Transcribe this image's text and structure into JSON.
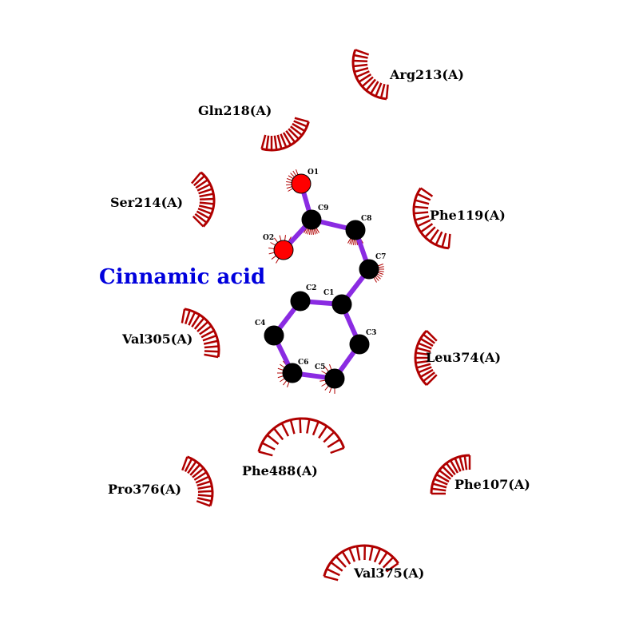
{
  "colors": {
    "background": "#ffffff",
    "arc": "#b00000",
    "bond": "#8a2be2",
    "carbon": "#000000",
    "oxygen": "#ff0000",
    "title": "#0000dd",
    "atom_hash": "#b00000"
  },
  "title": "Cinnamic acid",
  "residues": [
    {
      "label": "Arg213(A)"
    },
    {
      "label": "Gln218(A)"
    },
    {
      "label": "Ser214(A)"
    },
    {
      "label": "Phe119(A)"
    },
    {
      "label": "Val305(A)"
    },
    {
      "label": "Leu374(A)"
    },
    {
      "label": "Pro376(A)"
    },
    {
      "label": "Phe488(A)"
    },
    {
      "label": "Phe107(A)"
    },
    {
      "label": "Val375(A)"
    }
  ],
  "atoms": [
    {
      "id": "O1",
      "element": "O",
      "label": "O1"
    },
    {
      "id": "C9",
      "element": "C",
      "label": "C9"
    },
    {
      "id": "O2",
      "element": "O",
      "label": "O2"
    },
    {
      "id": "C8",
      "element": "C",
      "label": "C8"
    },
    {
      "id": "C7",
      "element": "C",
      "label": "C7"
    },
    {
      "id": "C1",
      "element": "C",
      "label": "C1"
    },
    {
      "id": "C2",
      "element": "C",
      "label": "C2"
    },
    {
      "id": "C3",
      "element": "C",
      "label": "C3"
    },
    {
      "id": "C4",
      "element": "C",
      "label": "C4"
    },
    {
      "id": "C5",
      "element": "C",
      "label": "C5"
    },
    {
      "id": "C6",
      "element": "C",
      "label": "C6"
    }
  ],
  "bonds": [
    [
      "O1",
      "C9"
    ],
    [
      "C9",
      "O2"
    ],
    [
      "C9",
      "C8"
    ],
    [
      "C8",
      "C7"
    ],
    [
      "C7",
      "C1"
    ],
    [
      "C1",
      "C2"
    ],
    [
      "C1",
      "C3"
    ],
    [
      "C2",
      "C4"
    ],
    [
      "C4",
      "C6"
    ],
    [
      "C6",
      "C5"
    ],
    [
      "C5",
      "C3"
    ]
  ]
}
